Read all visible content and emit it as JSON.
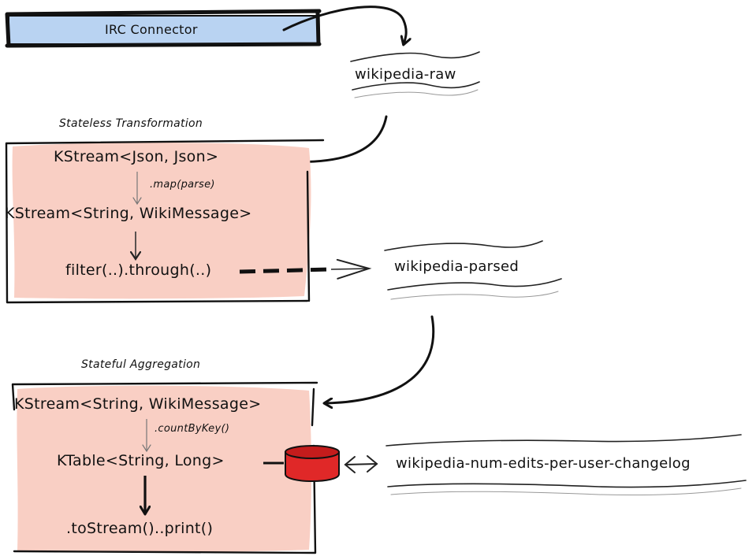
{
  "connector": {
    "label": "IRC Connector",
    "fill": "#b9d3f2"
  },
  "topics": {
    "raw": "wikipedia-raw",
    "parsed": "wikipedia-parsed",
    "changelog": "wikipedia-num-edits-per-user-changelog"
  },
  "stateless": {
    "title": "Stateless Transformation",
    "stream_in": "KStream<Json, Json>",
    "op_map": ".map(parse)",
    "stream_out": "KStream<String, WikiMessage>",
    "op_filter": "filter(..).through(..)",
    "fill": "#f9cfc4"
  },
  "stateful": {
    "title": "Stateful Aggregation",
    "stream_in": "KStream<String, WikiMessage>",
    "op_count": ".countByKey()",
    "table": "KTable<String, Long>",
    "op_print": ".toStream()..print()",
    "fill": "#f9cfc4",
    "store_color": "#e02828"
  }
}
